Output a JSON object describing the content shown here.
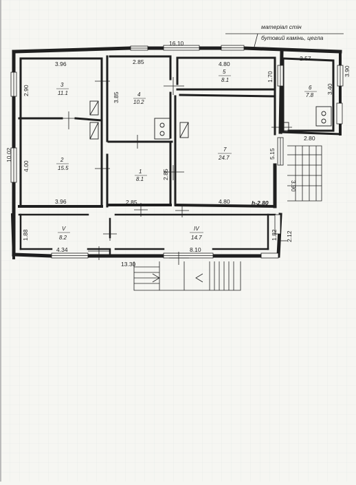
{
  "note": {
    "line1": "матеріал стін",
    "line2": "бутовий камінь, цегла"
  },
  "height_label": "h-2.80",
  "rooms": [
    {
      "id": "r1",
      "num": "1",
      "area": "8.1"
    },
    {
      "id": "r2",
      "num": "2",
      "area": "15.5"
    },
    {
      "id": "r3",
      "num": "3",
      "area": "11.1"
    },
    {
      "id": "r4",
      "num": "4",
      "area": "10.2"
    },
    {
      "id": "r5",
      "num": "5",
      "area": "8.1"
    },
    {
      "id": "r6",
      "num": "6",
      "area": "7.8"
    },
    {
      "id": "r7",
      "num": "7",
      "area": "24.7"
    },
    {
      "id": "rV",
      "num": "V",
      "area": "8.2"
    },
    {
      "id": "rIV",
      "num": "IV",
      "area": "14.7"
    }
  ],
  "dimensions": {
    "top_total": "16.10",
    "top_left": "3.96",
    "top_mid": "2.85",
    "top_right": "4.80",
    "top_far": "2.57",
    "left_total": "10.02",
    "left_upper": "2.90",
    "left_lower": "4.00",
    "r4_height": "3.85",
    "r5_height": "1.70",
    "r6_height": "3.40",
    "far_right": "3.90",
    "r6_bottom": "2.80",
    "r7_height": "5.15",
    "stair_h": "3.90",
    "r1_height": "2.85",
    "mid_left": "3.96",
    "mid_center": "2.85",
    "mid_right": "4.80",
    "v_height": "1.88",
    "iv_height": "1.82",
    "iv_right": "2.12",
    "v_width": "4.34",
    "iv_width": "8.10",
    "bottom_total": "13.30"
  },
  "colors": {
    "line": "#1f1f1f",
    "paper": "#f6f6f2",
    "grid": "#e2e8e6"
  }
}
